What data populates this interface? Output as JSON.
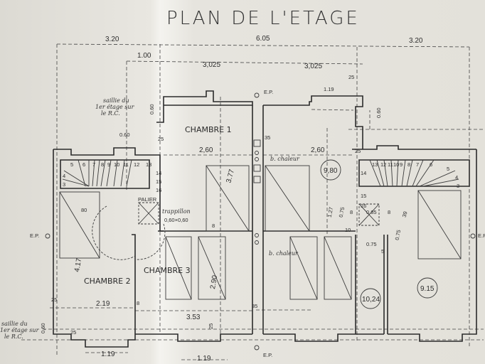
{
  "title": "PLAN DE L'ETAGE",
  "rooms": {
    "chambre1": "CHAMBRE 1",
    "chambre2": "CHAMBRE 2",
    "chambre3": "CHAMBRE 3",
    "palier": "PALIER"
  },
  "areas": {
    "a1": "9,80",
    "a2": "10,24",
    "a3": "9.15"
  },
  "annotations": {
    "ep": "E.P.",
    "b_chaleur": "b. chaleur",
    "trappillon": "trappillon",
    "trappillon_size": "0,60×0,60",
    "saillie_1": "saillie du",
    "saillie_2": "1er étage sur",
    "saillie_3": "le R.C."
  },
  "dimensions": {
    "top_left": "3.20",
    "top_mid": "6.05",
    "top_right": "3.20",
    "d100": "1.00",
    "d3025a": "3,025",
    "d3025b": "3,025",
    "d25a": "25",
    "d119top": "1.19",
    "d060a": "0.60",
    "d060b": "0.60",
    "d060c": "0.60",
    "d35a": "35",
    "d25b": "25",
    "d260a": "2,60",
    "d260b": "2,60",
    "d25c": "25",
    "d377": "3.77",
    "d8a": "8",
    "d80": "80",
    "d127": "1.27",
    "d075a": "0.75",
    "d085": "0.85",
    "d8b": "8",
    "d8c": "8",
    "d39": "39",
    "d075b": "0.75",
    "d10": "10",
    "d075c": "0.75",
    "d5": "5",
    "d417": "4.17",
    "d290": "2.90",
    "d25d": "25",
    "d219": "2.19",
    "d8d": "8",
    "d353": "3.53",
    "d35b": "35",
    "d060d": "0,60",
    "d25e": "25",
    "d25f": "25",
    "d119a": "1.19",
    "d119b": "1.19"
  },
  "stairs": {
    "left": [
      "5",
      "6",
      "7",
      "8",
      "9",
      "10",
      "11",
      "12",
      "13",
      "14",
      "4",
      "3",
      "15",
      "16"
    ],
    "right": [
      "14",
      "13",
      "12",
      "11",
      "10",
      "9",
      "8",
      "7",
      "6",
      "5",
      "4",
      "3",
      "15",
      "16"
    ]
  }
}
